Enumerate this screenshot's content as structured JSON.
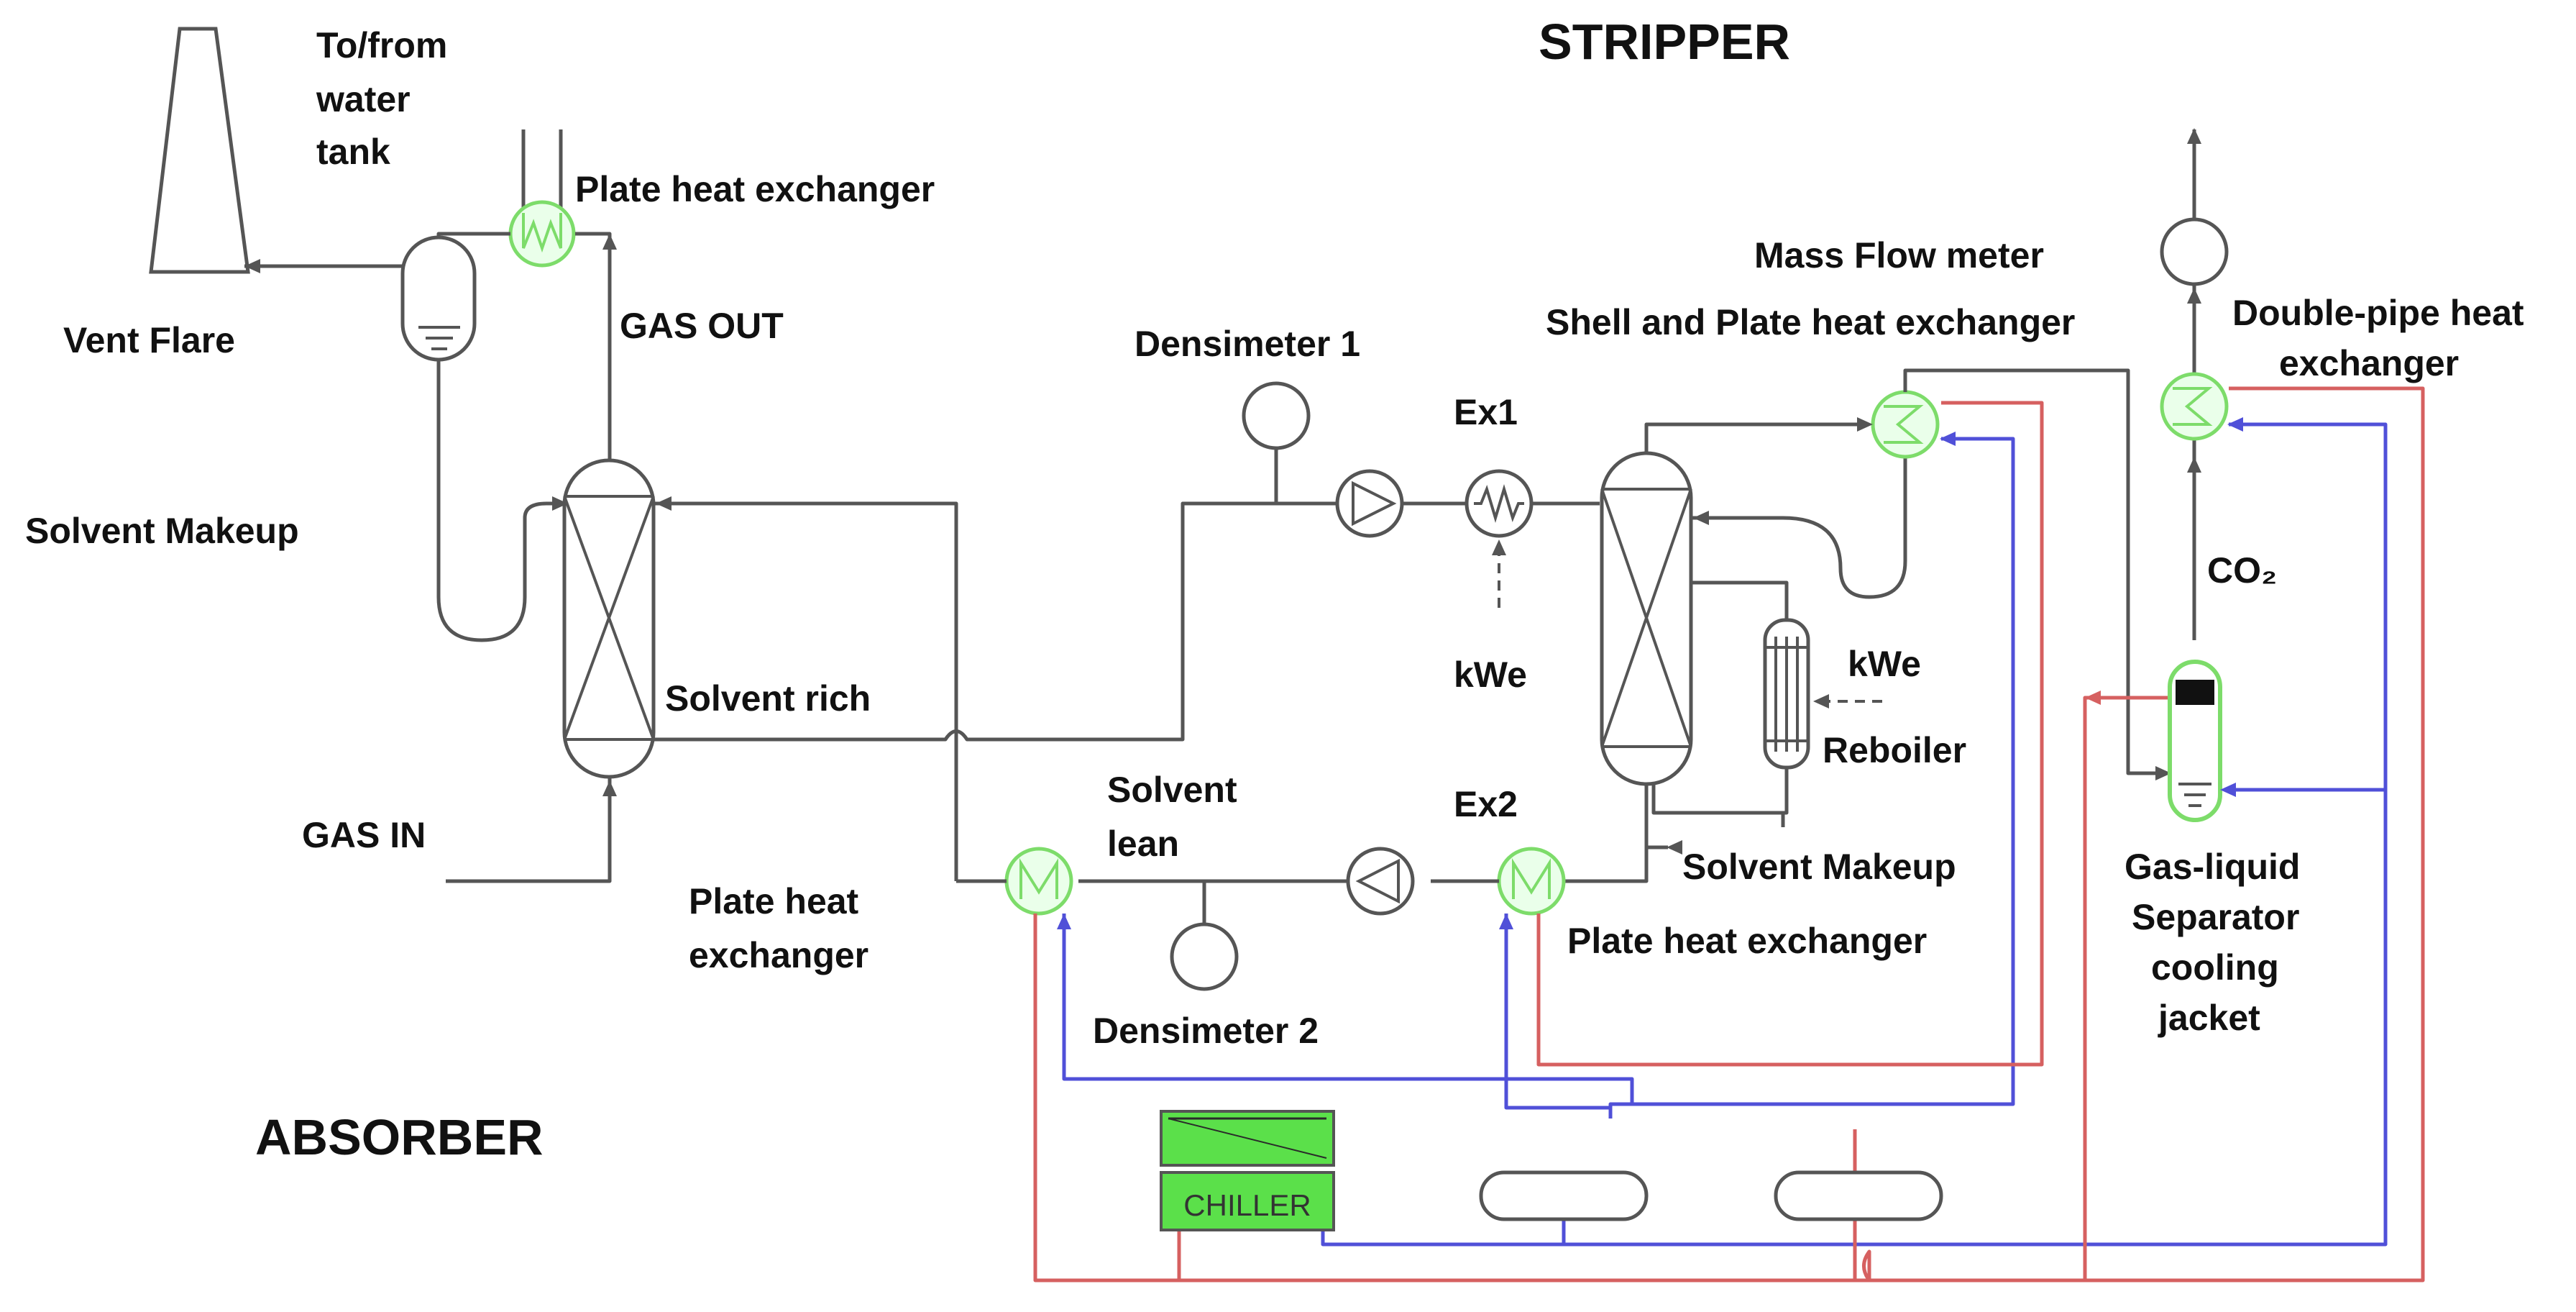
{
  "title_stripper": "STRIPPER",
  "title_absorber": "ABSORBER",
  "labels": {
    "to_from_water_tank_1": "To/from",
    "to_from_water_tank_2": "water",
    "to_from_water_tank_3": "tank",
    "vent_flare": "Vent Flare",
    "plate_hx_top": "Plate heat exchanger",
    "gas_out": "GAS OUT",
    "solvent_makeup_left": "Solvent Makeup",
    "solvent_rich": "Solvent rich",
    "gas_in": "GAS IN",
    "plate_hx_left_1": "Plate heat",
    "plate_hx_left_2": "exchanger",
    "solvent_lean_1": "Solvent",
    "solvent_lean_2": "lean",
    "densimeter_1": "Densimeter 1",
    "densimeter_2": "Densimeter 2",
    "ex1": "Ex1",
    "kwe_1": "kWe",
    "ex2": "Ex2",
    "plate_hx_mid": "Plate heat exchanger",
    "mass_flow_meter": "Mass Flow meter",
    "shell_plate_hx": "Shell and Plate heat exchanger",
    "kwe_2": "kWe",
    "reboiler": "Reboiler",
    "solvent_makeup_right": "Solvent Makeup",
    "double_pipe_hx_1": "Double-pipe heat",
    "double_pipe_hx_2": "exchanger",
    "co2": "CO₂",
    "separator_1": "Gas-liquid",
    "separator_2": "Separator",
    "separator_3": "cooling",
    "separator_4": "jacket",
    "chiller": "CHILLER"
  },
  "colors": {
    "process_line": "#555555",
    "hot_line": "#d66060",
    "cold_line": "#5050d8",
    "heat_exchanger": "#7ddc6a",
    "chiller_fill": "#5be04a"
  }
}
